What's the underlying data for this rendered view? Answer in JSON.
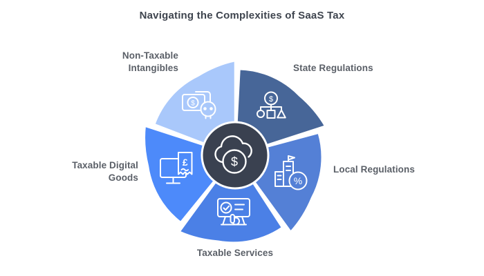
{
  "title": "Navigating the Complexities of SaaS Tax",
  "diagram": {
    "center": {
      "icon": "cloud-dollar-icon",
      "glyph": "$",
      "color": "#3a4150"
    },
    "segments": [
      {
        "label": "Non-Taxable Intangibles",
        "label_lines": [
          "Non-Taxable",
          "Intangibles"
        ],
        "color": "#a9c8fb",
        "icon": "banknote-skull-icon",
        "glyph": "$"
      },
      {
        "label": "State Regulations",
        "color": "#476698",
        "icon": "dollar-hierarchy-icon",
        "glyph": "$"
      },
      {
        "label": "Local Regulations",
        "color": "#5480d6",
        "icon": "building-percent-icon",
        "glyph": "%"
      },
      {
        "label": "Taxable Services",
        "color": "#4b80e6",
        "icon": "presentation-check-icon"
      },
      {
        "label": "Taxable Digital Goods",
        "label_lines": [
          "Taxable Digital",
          "Goods"
        ],
        "color": "#4d8afa",
        "icon": "monitor-receipt-icon",
        "glyph": "£"
      }
    ]
  }
}
